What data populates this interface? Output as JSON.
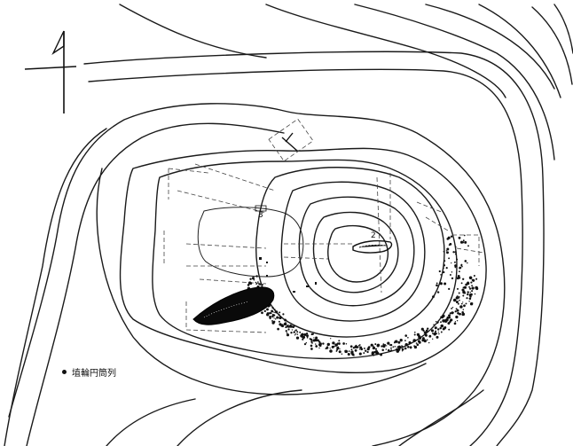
{
  "map": {
    "feature_labels": [
      "2",
      "3"
    ],
    "legend": {
      "symbol": "filled-dot",
      "text": "埴輪円筒列"
    },
    "north_arrow": "north-arrow-icon"
  }
}
